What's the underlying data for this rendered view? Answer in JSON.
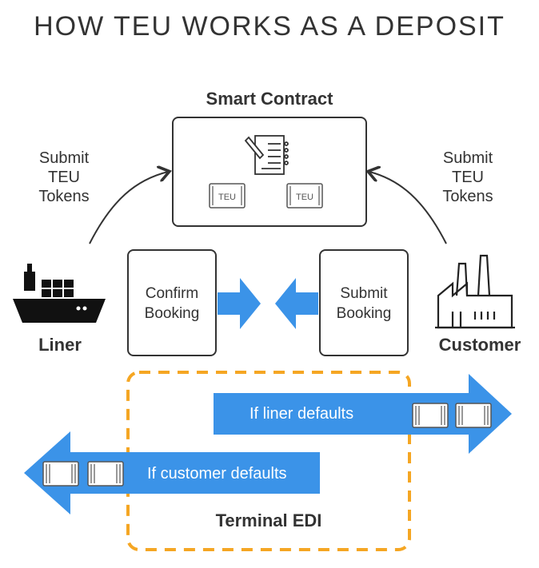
{
  "title": "HOW TEU WORKS AS A DEPOSIT",
  "smart_contract": {
    "label": "Smart Contract"
  },
  "left_submit": {
    "line1": "Submit",
    "line2": "TEU",
    "line3": "Tokens"
  },
  "right_submit": {
    "line1": "Submit",
    "line2": "TEU",
    "line3": "Tokens"
  },
  "liner": {
    "label": "Liner"
  },
  "customer": {
    "label": "Customer"
  },
  "confirm_box": {
    "line1": "Confirm",
    "line2": "Booking"
  },
  "submit_box": {
    "line1": "Submit",
    "line2": "Booking"
  },
  "liner_default": {
    "label": "If liner defaults"
  },
  "customer_default": {
    "label": "If customer defaults"
  },
  "terminal": {
    "label": "Terminal EDI"
  },
  "container_text": "TEU",
  "colors": {
    "blue": "#3b93e8",
    "orange": "#f5a623",
    "dark": "#333333"
  }
}
